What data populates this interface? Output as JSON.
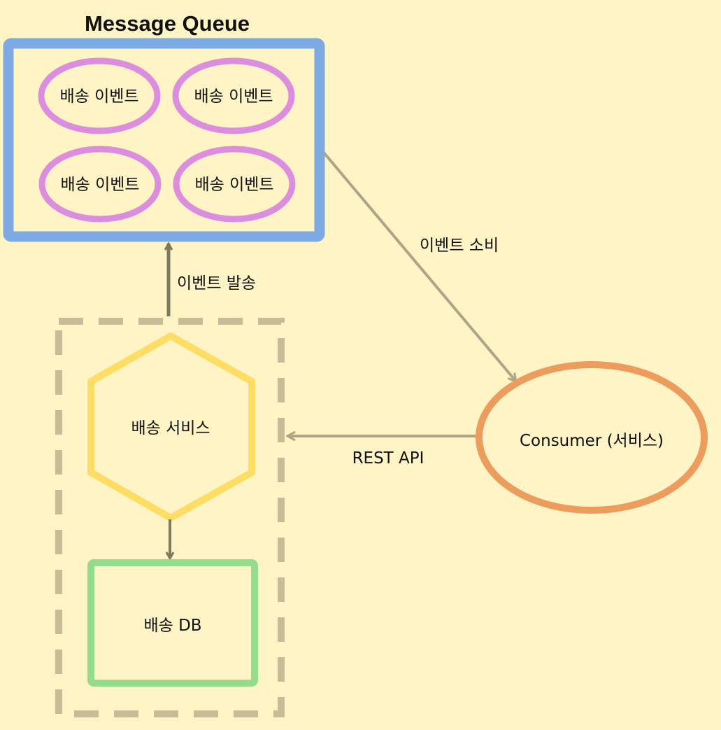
{
  "queue": {
    "title": "Message Queue",
    "events": [
      "배송 이벤트",
      "배송 이벤트",
      "배송 이벤트",
      "배송 이벤트"
    ]
  },
  "service": {
    "name": "배송 서비스",
    "db": "배송 DB"
  },
  "consumer": {
    "name": "Consumer (서비스)"
  },
  "edges": {
    "publish": "이벤트 발송",
    "consume": "이벤트 소비",
    "rest": "REST API"
  },
  "colors": {
    "background": "#fef4c6",
    "queue_border": "#7eaae3",
    "event_border": "#dc8ddd",
    "service_border": "#fddd63",
    "db_border": "#94dc8c",
    "consumer_border": "#ec9d5e",
    "group_border": "#c7bc98",
    "arrow_dark": "#7f7a5e",
    "arrow_light": "#aea486"
  }
}
